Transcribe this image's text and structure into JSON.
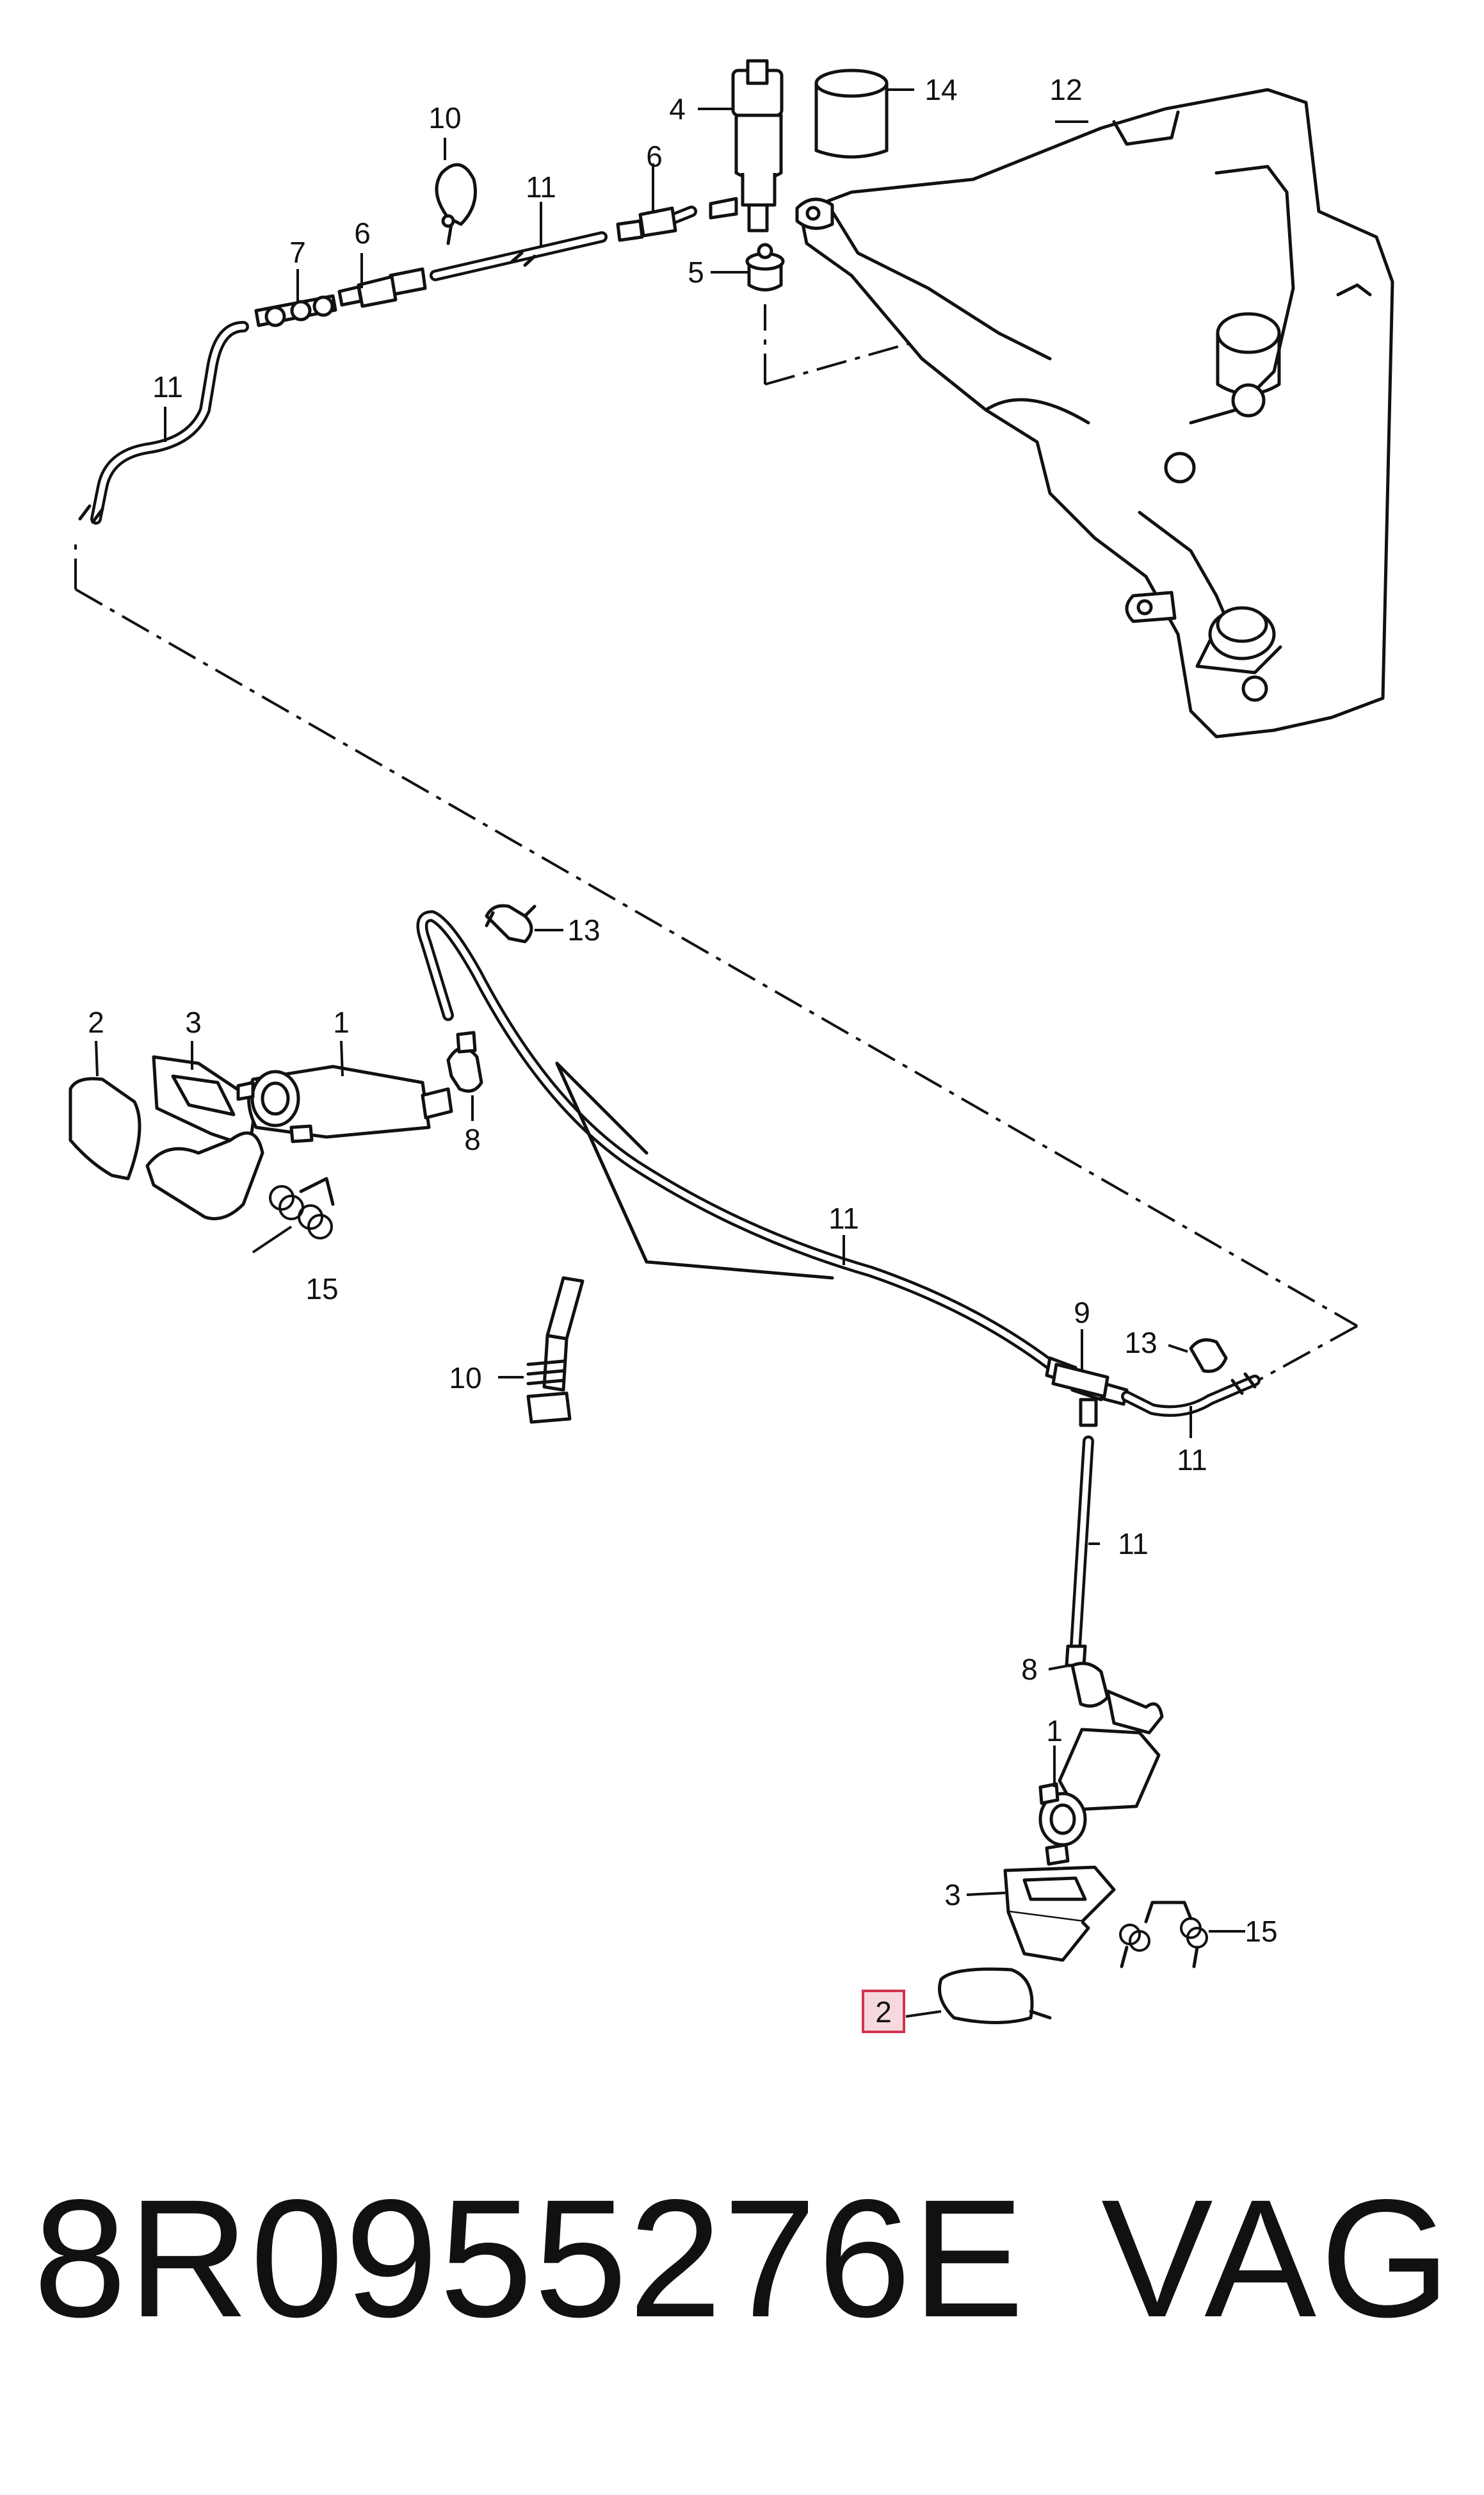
{
  "diagram": {
    "callouts": [
      {
        "id": "c1",
        "text": "1"
      },
      {
        "id": "c2",
        "text": "2"
      },
      {
        "id": "c3",
        "text": "3"
      },
      {
        "id": "c4",
        "text": "4"
      },
      {
        "id": "c5",
        "text": "5"
      },
      {
        "id": "c6",
        "text": "6"
      },
      {
        "id": "c7",
        "text": "7"
      },
      {
        "id": "c8",
        "text": "8"
      },
      {
        "id": "c9",
        "text": "9"
      },
      {
        "id": "c10",
        "text": "10"
      },
      {
        "id": "c11",
        "text": "11"
      },
      {
        "id": "c12",
        "text": "12"
      },
      {
        "id": "c13",
        "text": "13"
      },
      {
        "id": "c14",
        "text": "14"
      },
      {
        "id": "c15",
        "text": "15"
      }
    ],
    "highlighted_callout": "2",
    "highlight_color": "#d2334f"
  },
  "footer": {
    "part_code": "8R0955276E",
    "brand": "VAG"
  }
}
